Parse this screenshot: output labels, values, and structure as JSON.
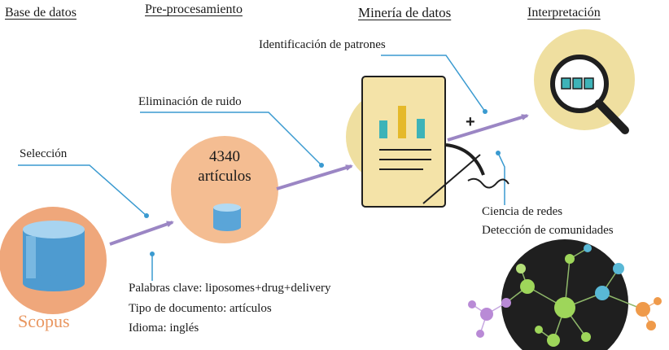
{
  "stages": {
    "database": "Base de datos",
    "preprocessing": "Pre-procesamiento",
    "mining": "Minería de datos",
    "interpretation": "Interpretación"
  },
  "source": {
    "name": "Scopus",
    "color": "#e9965f"
  },
  "preprocessing": {
    "count": "4340",
    "unit": "artículos",
    "step_selection": "Selección",
    "step_noise": "Eliminación de ruido"
  },
  "criteria": [
    "Palabras clave: liposomes+drug+delivery",
    "Tipo de documento: artículos",
    "Idioma: inglés"
  ],
  "mining": {
    "pattern_label": "Identificación de patrones",
    "plus": "+",
    "methods": [
      "Ciencia de redes",
      "Detección de comunidades"
    ]
  },
  "colors": {
    "arrow": "#9b86c4",
    "leader": "#3a9ad0",
    "orange": "#efa77b",
    "peach": "#f4c6a1",
    "yellow": "#efdfa0",
    "cylinder": "#5aa5d8",
    "teal": "#3eb3b8",
    "gold": "#e5b92a",
    "network_bg": "#1f1f1f",
    "node_green": "#9ed65a",
    "node_cyan": "#59b8d6",
    "node_violet": "#b98ad6",
    "node_orange": "#ef9a4a"
  }
}
